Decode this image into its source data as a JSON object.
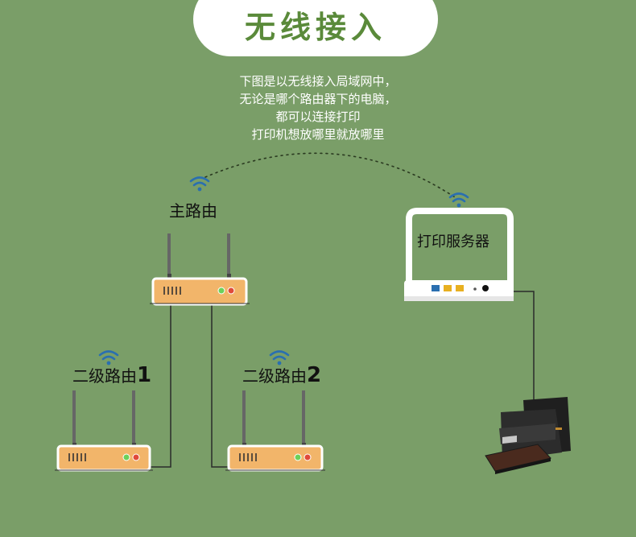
{
  "title": "无线接入",
  "description_lines": [
    "下图是以无线接入局域网中，",
    "无论是哪个路由器下的电脑，",
    "都可以连接打印",
    "打印机想放哪里就放哪里"
  ],
  "nodes": {
    "main_router": {
      "label": "主路由"
    },
    "secondary_router_1": {
      "label": "二级路由",
      "number": "1"
    },
    "secondary_router_2": {
      "label": "二级路由",
      "number": "2"
    },
    "print_server": {
      "label": "打印服务器"
    }
  },
  "colors": {
    "background": "#7a9e68",
    "title_text": "#5a8a3a",
    "router_body": "#f2b56a",
    "wifi_icon": "#2a6fb0"
  }
}
